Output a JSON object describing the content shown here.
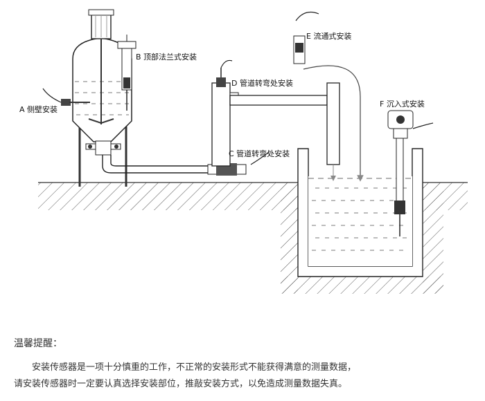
{
  "labels": {
    "a": "A 侧壁安装",
    "b": "B 顶部法兰式安装",
    "c": "C 管道转弯处安装",
    "d": "D 管道转弯处安装",
    "e": "E 流通式安装",
    "f": "F 沉入式安装"
  },
  "note": {
    "title": "温馨提醒：",
    "line1": "安装传感器是一项十分慎重的工作，不正常的安装形式不能获得满意的测量数据，",
    "line2": "请安装传感器时一定要认真选择安装部位，推敲安装方式，以免造成测量数据失真。"
  }
}
